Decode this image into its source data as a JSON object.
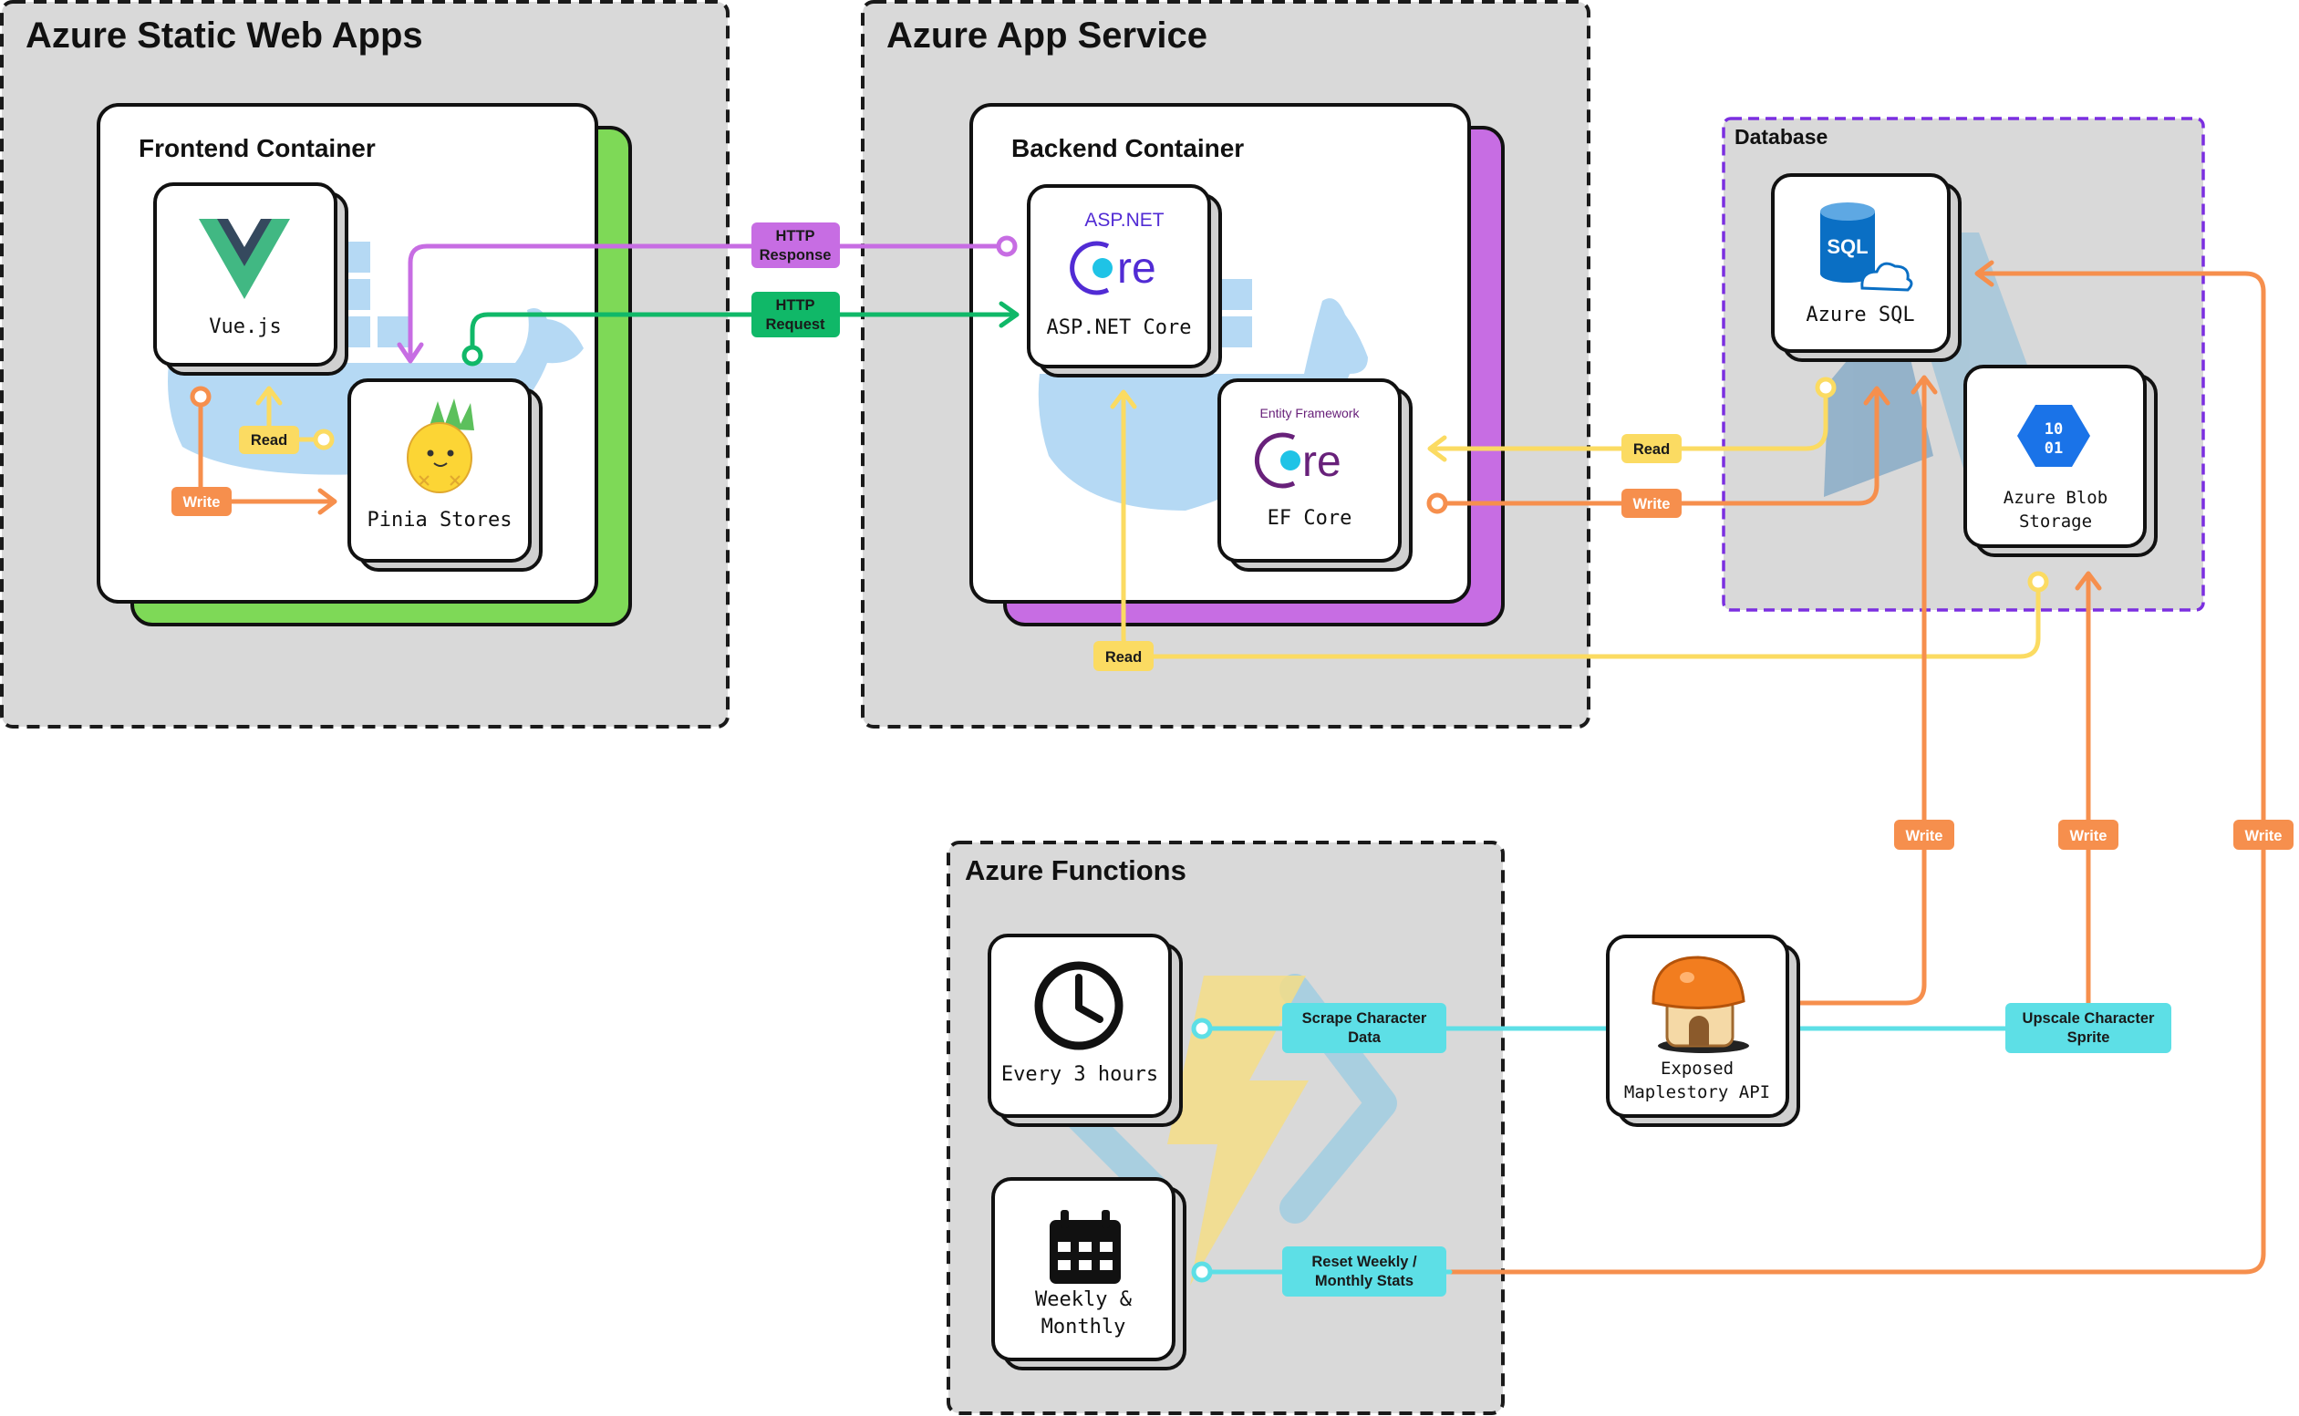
{
  "groups": {
    "static_web_apps": "Azure Static Web Apps",
    "app_service": "Azure App Service",
    "functions": "Azure Functions",
    "database": "Database"
  },
  "containers": {
    "frontend": "Frontend Container",
    "backend": "Backend Container"
  },
  "components": {
    "vue": "Vue.js",
    "pinia": "Pinia Stores",
    "aspnet": "ASP.NET Core",
    "efcore": "EF Core",
    "azure_sql": "Azure SQL",
    "blob_1": "Azure Blob",
    "blob_2": "Storage",
    "every3h": "Every 3 hours",
    "weekly_1": "Weekly &",
    "weekly_2": "Monthly",
    "maple_1": "Exposed",
    "maple_2": "Maplestory API"
  },
  "logos": {
    "aspnet_brand": "ASP.NET",
    "core_word": "re",
    "ef_brand": "Entity Framework",
    "sql_badge": "SQL",
    "blob_bits_1": "10",
    "blob_bits_2": "01"
  },
  "edge_labels": {
    "http_response_1": "HTTP",
    "http_response_2": "Response",
    "http_request_1": "HTTP",
    "http_request_2": "Request",
    "fe_read": "Read",
    "fe_write": "Write",
    "ef_read": "Read",
    "ef_write": "Write",
    "blob_read": "Read",
    "sql_write": "Write",
    "blob_write": "Write",
    "reset_write": "Write",
    "scrape_1": "Scrape Character",
    "scrape_2": "Data",
    "upscale_1": "Upscale Character",
    "upscale_2": "Sprite",
    "reset_1": "Reset Weekly /",
    "reset_2": "Monthly Stats"
  },
  "colors": {
    "group_fill": "#d9d9d9",
    "frontend_accent": "#7ed957",
    "backend_accent": "#c76de3",
    "database_border": "#7b2fe0",
    "http_response": "#c76de3",
    "http_request": "#10b868",
    "read": "#fbdb62",
    "write": "#f68f4d",
    "trigger": "#5ddfe6"
  }
}
